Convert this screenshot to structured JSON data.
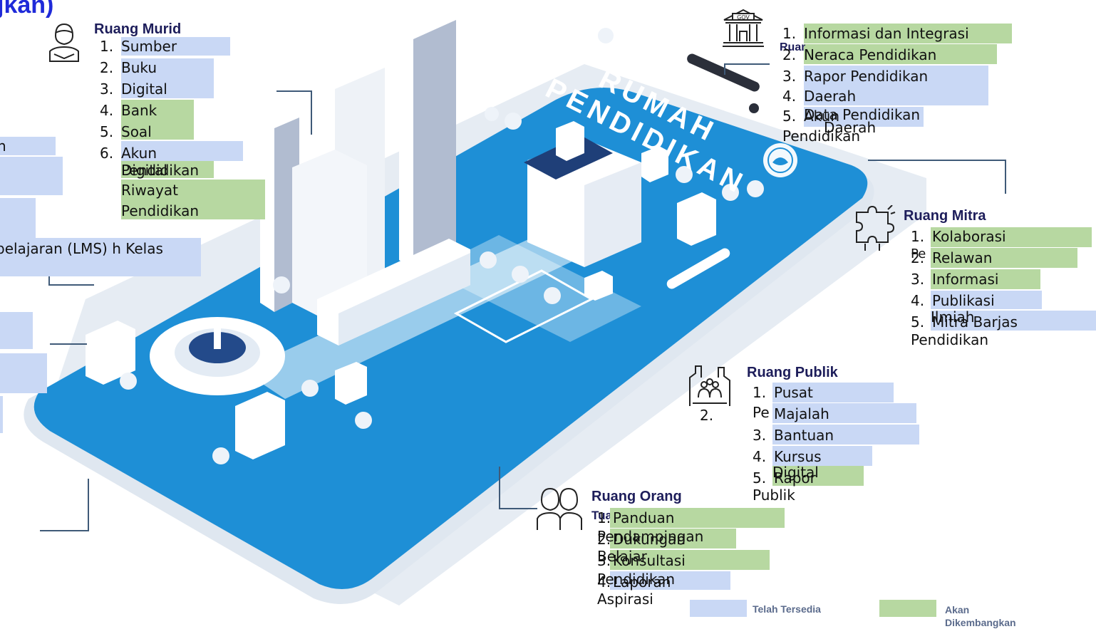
{
  "header": {
    "title": "jkan)"
  },
  "phone": {
    "screen_title_line1": "RUMAH",
    "screen_title_line2": "PENDIDIKAN"
  },
  "murid": {
    "title": "Ruang Murid",
    "items": [
      {
        "num": "1.",
        "text": "Sumber",
        "status": "blue"
      },
      {
        "num": "2.",
        "text": "Buku",
        "status": "blue"
      },
      {
        "num": "3.",
        "text": "Digital",
        "status": "blue"
      },
      {
        "num": "4.",
        "text": "Bank",
        "status": "green"
      },
      {
        "num": "5.",
        "text": "Soal",
        "status": "green"
      },
      {
        "num": "6.",
        "text": "Akun",
        "status": "blue"
      }
    ],
    "extra": [
      "Digital",
      "Pendidikan",
      "Riwayat",
      "Pendidikan"
    ]
  },
  "left_cut": {
    "text": "belajaran (LMS) h Kelas",
    "fragment": "n"
  },
  "pemerintah": {
    "title": "Ruang Pemerintah",
    "items": [
      {
        "num": "1.",
        "text": "Informasi dan Integrasi",
        "status": "green"
      },
      {
        "num": "2.",
        "text": "Neraca Pendidikan",
        "status": "green"
      },
      {
        "num": "3.",
        "text": "Rapor Pendidikan",
        "status": "blue"
      },
      {
        "num": "4.",
        "text": "Daerah",
        "status": "blue"
      },
      {
        "num": "5.",
        "text": "Akun",
        "status": "blue"
      }
    ],
    "extra": [
      "Data Pendidikan",
      "Daerah",
      "Pendidikan"
    ]
  },
  "mitra": {
    "title": "Ruang Mitra",
    "items": [
      {
        "num": "1.",
        "text": "Kolaborasi",
        "status": "green"
      },
      {
        "num": "2.",
        "text": "Relawan",
        "status": "green"
      },
      {
        "num": "3.",
        "text": "Informasi",
        "status": "green"
      },
      {
        "num": "4.",
        "text": "Publikasi",
        "status": "blue"
      },
      {
        "num": "5.",
        "text": "Mitra Barjas",
        "status": "blue"
      }
    ],
    "extra": [
      "Pe",
      "Ilmiah",
      "Pendidikan"
    ]
  },
  "publik": {
    "title": "Ruang Publik",
    "items": [
      {
        "num": "1.",
        "text": "Pusat",
        "status": "blue"
      },
      {
        "num": "2.",
        "text": "Majalah",
        "status": "blue"
      },
      {
        "num": "3.",
        "text": "Bantuan",
        "status": "blue"
      },
      {
        "num": "4.",
        "text": "Kursus",
        "status": "blue"
      },
      {
        "num": "5.",
        "text": "Rapor",
        "status": "green"
      }
    ],
    "extra": [
      "Pe",
      "Digital",
      "Publik"
    ]
  },
  "orangtua": {
    "title": "Ruang Orang",
    "title2": "Tua",
    "items": [
      {
        "num": "1.",
        "text": "Panduan",
        "status": "green"
      },
      {
        "num": "2.",
        "text": "Dukungan",
        "status": "green"
      },
      {
        "num": "3.",
        "text": "Konsultasi",
        "status": "green"
      },
      {
        "num": "4.",
        "text": "Laporan",
        "status": "blue"
      }
    ],
    "extra": [
      "Pendampingan",
      "Belajar",
      "Pendidikan",
      "Aspirasi"
    ]
  },
  "legend": {
    "available": "Telah Tersedia",
    "planned": "Akan Dikembangkan"
  },
  "colors": {
    "available": "#c9d8f5",
    "planned": "#b7d8a1",
    "accent": "#1f2ad9",
    "screen": "#1e8fd6"
  },
  "icons": [
    "student-icon",
    "government-building-icon",
    "puzzle-handshake-icon",
    "public-crowd-icon",
    "parents-icon",
    "ministry-logo-icon"
  ]
}
